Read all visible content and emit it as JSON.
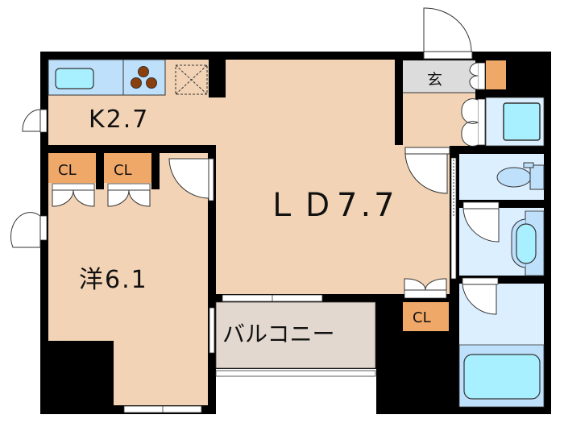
{
  "floorplan": {
    "colors": {
      "wall": "#000000",
      "room_floor": "#f2d3b5",
      "wet_area": "#dcefff",
      "fixture_blue": "#bfe0fb",
      "fixture_cyan": "#a8f0ff",
      "closet": "#f0a868",
      "genkan": "#dcdcdc",
      "balcony": "#e3d8cf",
      "stove": "#8b3f0c"
    },
    "rooms": {
      "kitchen": {
        "label": "K2.7"
      },
      "living_dining": {
        "label": "ＬＤ7.7"
      },
      "western_room": {
        "label": "洋6.1"
      },
      "genkan": {
        "label": "玄"
      },
      "balcony": {
        "label": "バルコニー"
      }
    },
    "closets": [
      {
        "label": "CL"
      },
      {
        "label": "CL"
      },
      {
        "label": "CL"
      }
    ]
  }
}
